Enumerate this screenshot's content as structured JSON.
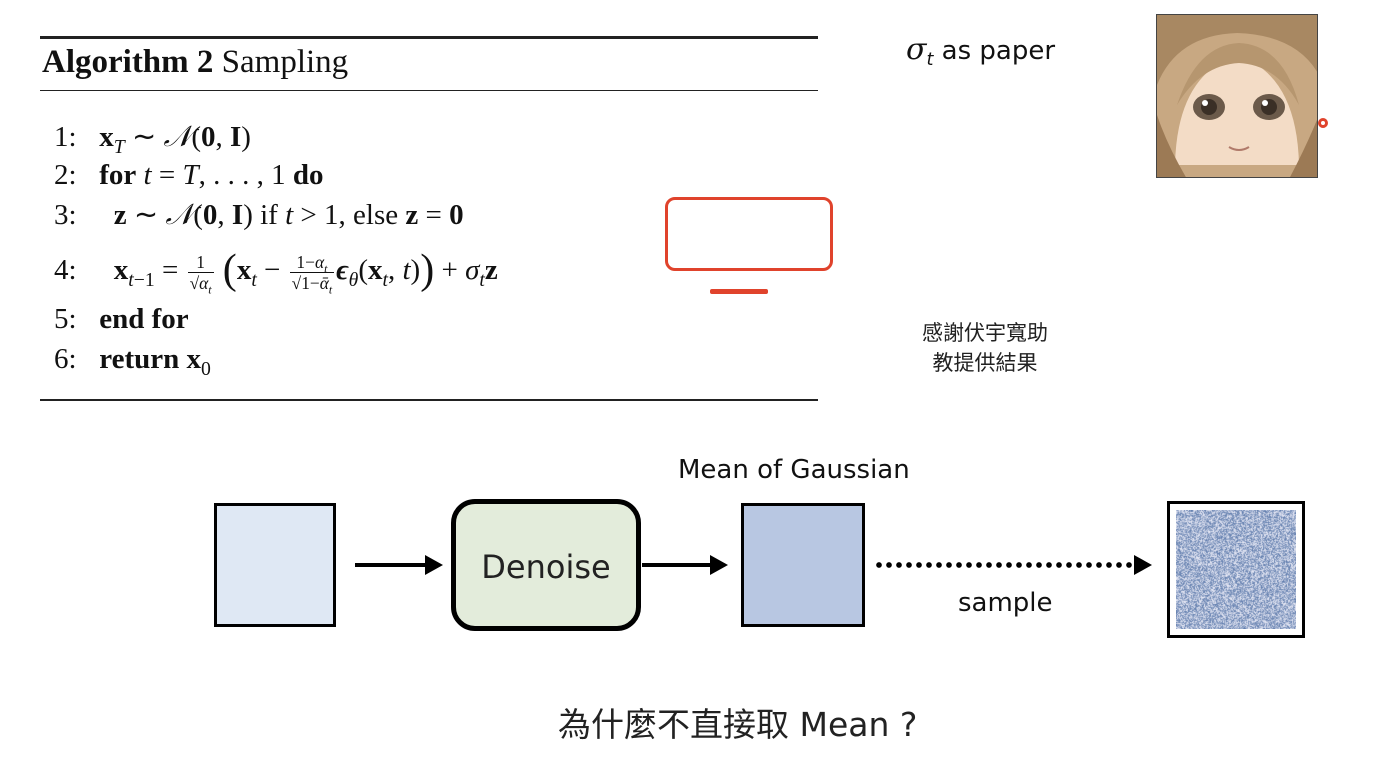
{
  "algorithm": {
    "title_bold": "Algorithm 2",
    "title_rest": " Sampling",
    "lines": [
      {
        "num": "1:"
      },
      {
        "num": "2:",
        "for_kw": "for",
        "do_kw": "do"
      },
      {
        "num": "3:",
        "if_kw": "if",
        "else_kw": ", else"
      },
      {
        "num": "4:"
      },
      {
        "num": "5:",
        "end_kw": "end for"
      },
      {
        "num": "6:",
        "return_kw": "return"
      }
    ]
  },
  "sigma_note": {
    "symbol": "σ",
    "subscript": "t",
    "text": " as paper"
  },
  "thanks": {
    "line1": "感謝伏宇寬助",
    "line2": "教提供結果"
  },
  "diagram": {
    "denoise_label": "Denoise",
    "mean_label": "Mean of Gaussian",
    "sample_label": "sample",
    "colors": {
      "input_box": "#dfe8f4",
      "denoise_box": "#e3ecdb",
      "mean_box": "#b8c7e2",
      "highlight": "#e0432c"
    }
  },
  "question": "為什麼不直接取 Mean ?"
}
